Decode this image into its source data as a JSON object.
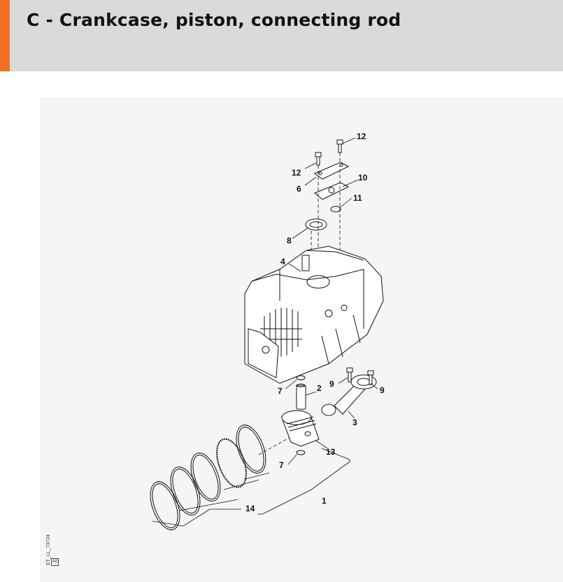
{
  "header": {
    "title": "C - Crankcase, piston, connecting rod",
    "accent_color": "#f37021",
    "background_color": "#dadada"
  },
  "diagram": {
    "callouts": [
      {
        "id": "c12a",
        "label": "12"
      },
      {
        "id": "c12b",
        "label": "12"
      },
      {
        "id": "c10",
        "label": "10"
      },
      {
        "id": "c6",
        "label": "6"
      },
      {
        "id": "c11",
        "label": "11"
      },
      {
        "id": "c8",
        "label": "8"
      },
      {
        "id": "c4",
        "label": "4"
      },
      {
        "id": "c7a",
        "label": "7"
      },
      {
        "id": "c2",
        "label": "2"
      },
      {
        "id": "c9a",
        "label": "9"
      },
      {
        "id": "c9b",
        "label": "9"
      },
      {
        "id": "c3",
        "label": "3"
      },
      {
        "id": "c13",
        "label": "13"
      },
      {
        "id": "c7b",
        "label": "7"
      },
      {
        "id": "c1",
        "label": "1"
      },
      {
        "id": "c14",
        "label": "14"
      }
    ],
    "reference_code": "ET_LL_73724",
    "reference_tag": "A0"
  }
}
